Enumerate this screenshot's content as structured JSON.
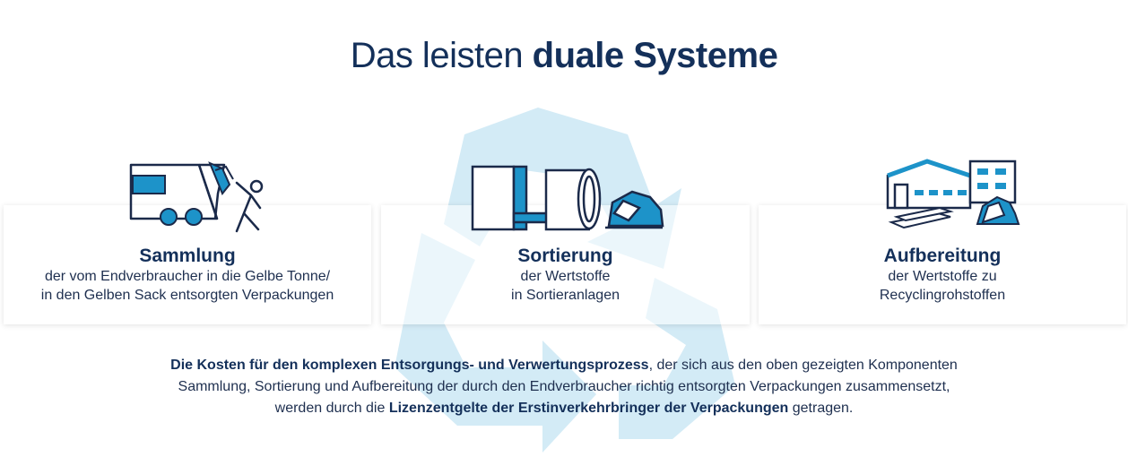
{
  "page": {
    "title_regular": "Das leisten ",
    "title_bold": "duale Systeme"
  },
  "colors": {
    "navy": "#14305a",
    "accent_blue": "#1d93c9",
    "watermark_blue": "#cde9f5"
  },
  "cards": [
    {
      "icon": "garbage-truck-icon",
      "heading": "Sammlung",
      "lines": [
        "der vom Endverbraucher in die Gelbe Tonne/",
        "in den Gelben Sack entsorgten Verpackungen"
      ]
    },
    {
      "icon": "sorting-machine-icon",
      "heading": "Sortierung",
      "lines": [
        "der Wertstoffe",
        "in Sortieranlagen"
      ]
    },
    {
      "icon": "recycling-plant-icon",
      "heading": "Aufbereitung",
      "lines": [
        "der Wertstoffe zu",
        "Recyclingrohstoffen"
      ]
    }
  ],
  "footer": {
    "line1_bold": "Die Kosten für den komplexen Entsorgungs- und Verwertungsprozess",
    "line1_rest": ", der sich aus den oben gezeigten Komponenten",
    "line2": "Sammlung, Sortierung und Aufbereitung der durch den Endverbraucher richtig entsorgten Verpackungen zusammensetzt,",
    "line3_start": "werden durch die ",
    "line3_bold": "Lizenzentgelte der Erstinverkehrbringer der Verpackungen",
    "line3_end": " getragen."
  }
}
